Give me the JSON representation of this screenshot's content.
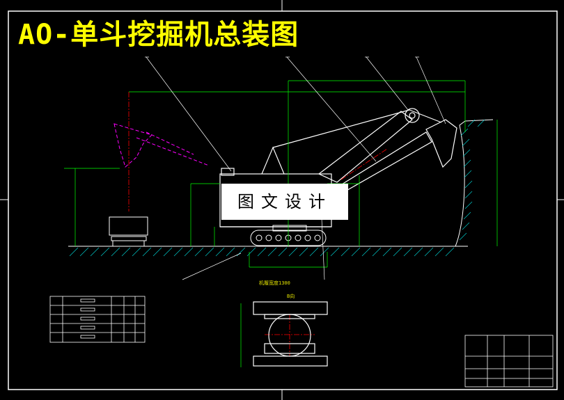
{
  "drawing": {
    "title": "AO-单斗挖掘机总装图",
    "watermark": "图文设计",
    "note_track_width": "机履宽度1300",
    "note_front_view": "B向",
    "colors": {
      "background": "#000000",
      "border": "#ffffff",
      "title": "#ffff00",
      "dimension": "#00ff00",
      "centerline": "#ff0000",
      "attachment_alt": "#ff00ff",
      "ground_hatch": "#00c8c8",
      "part_outline": "#ffffff"
    }
  }
}
